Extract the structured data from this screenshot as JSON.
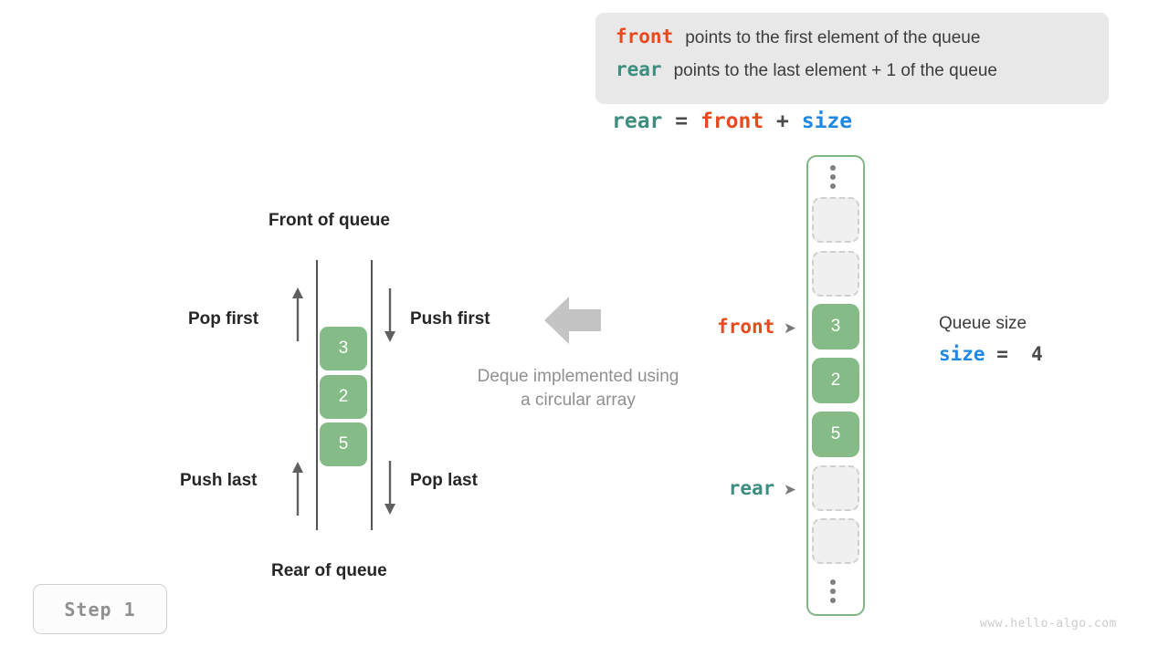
{
  "note": {
    "lines": [
      {
        "keyword": "front",
        "keyword_color": "#e8491d",
        "text": "points to the first element of the queue"
      },
      {
        "keyword": "rear",
        "keyword_color": "#3d8d80",
        "text": "points to the last element + 1 of the queue"
      }
    ]
  },
  "formula": {
    "lhs": "rear",
    "eq": "=",
    "rhs1": "front",
    "plus": "+",
    "rhs2": "size"
  },
  "deque": {
    "top_label": "Front of queue",
    "bottom_label": "Rear of queue",
    "ops": {
      "pop_first": "Pop first",
      "push_first": "Push first",
      "push_last": "Push last",
      "pop_last": "Pop last"
    },
    "cells": [
      "3",
      "2",
      "5"
    ],
    "caption_line1": "Deque implemented using",
    "caption_line2": "a circular array"
  },
  "array": {
    "top_ellipsis": "vertical-ellipsis",
    "bottom_ellipsis": "vertical-ellipsis",
    "cells": [
      {
        "value": "",
        "state": "empty"
      },
      {
        "value": "",
        "state": "empty"
      },
      {
        "value": "3",
        "state": "filled"
      },
      {
        "value": "2",
        "state": "filled"
      },
      {
        "value": "5",
        "state": "filled"
      },
      {
        "value": "",
        "state": "empty"
      },
      {
        "value": "",
        "state": "empty"
      }
    ],
    "pointers": {
      "front": {
        "label": "front",
        "tip": "➤",
        "color": "#e8491d",
        "cell_index": 2
      },
      "rear": {
        "label": "rear",
        "tip": "➤",
        "color": "#3d8d80",
        "cell_index": 5
      }
    }
  },
  "size_info": {
    "title": "Queue size",
    "var": "size",
    "eq": "=",
    "value": "4"
  },
  "step": {
    "label": "Step 1"
  },
  "watermark": {
    "text": "www.hello-algo.com"
  },
  "colors": {
    "accent_front": "#e8491d",
    "accent_rear": "#3d8d80",
    "accent_size": "#1e88e5",
    "cell_green": "#84bb87",
    "array_border": "#7fb683",
    "empty_cell": "#f0f0f0",
    "note_bg": "#e8e8e8",
    "grey_arrow": "#c4c4c4"
  }
}
